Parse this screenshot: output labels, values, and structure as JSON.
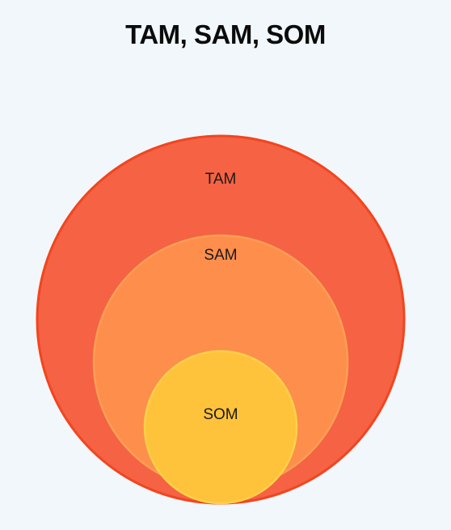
{
  "title": "TAM, SAM, SOM",
  "rings": [
    {
      "label": "TAM",
      "fill": "#f56244",
      "stroke": "#f2451f"
    },
    {
      "label": "SAM",
      "fill": "#fe8e4b",
      "stroke": "#fd9f54"
    },
    {
      "label": "SOM",
      "fill": "#fec33b",
      "stroke": "#fed04a"
    }
  ]
}
